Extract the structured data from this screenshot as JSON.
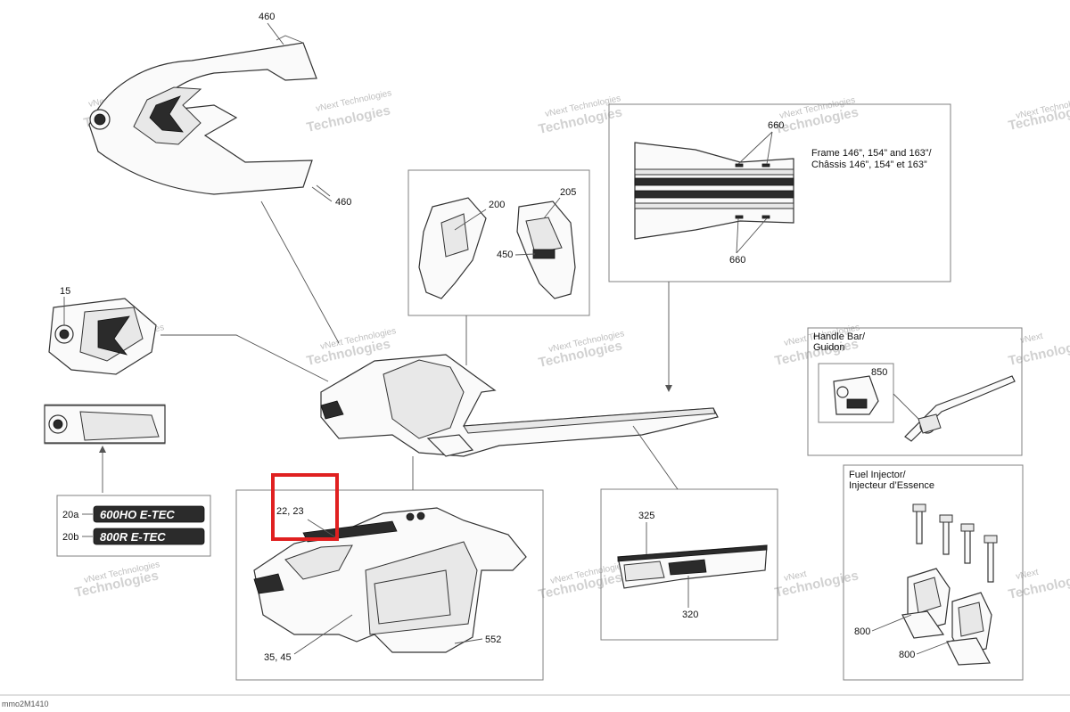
{
  "diagram": {
    "callouts": {
      "c460a": "460",
      "c460b": "460",
      "c200": "200",
      "c205": "205",
      "c450": "450",
      "c660a": "660",
      "c660b": "660",
      "c15": "15",
      "c850": "850",
      "c20a": "20a",
      "c20b": "20b",
      "c2223": "22, 23",
      "c325": "325",
      "c320": "320",
      "c552": "552",
      "c3545": "35, 45",
      "c800a": "800",
      "c800b": "800"
    },
    "notes": {
      "frame_en": "Frame 146”, 154” and 163”/",
      "frame_fr": "Châssis 146”, 154” et 163”",
      "handle_en": "Handle Bar/",
      "handle_fr": "Guidon",
      "fuel_en": "Fuel Injector/",
      "fuel_fr": "Injecteur d’Essence"
    },
    "decals": {
      "d600": "600HO E-TEC",
      "d800": "800R E-TEC"
    },
    "watermark": {
      "line1": "vNext Technologies",
      "line2": "Technologies",
      "line3": "vNext"
    },
    "footer_code": "mmo2M1410"
  }
}
